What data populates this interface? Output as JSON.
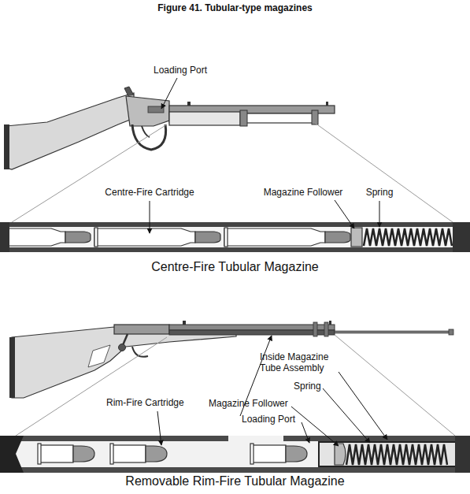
{
  "diagram": {
    "title": "Figure 41. Tubular-type magazines",
    "labels": [
      "Loading Port",
      "Centre-Fire Cartridge",
      "Magazine Follower",
      "Spring",
      "Centre-Fire Tubular Magazine",
      "Rim-Fire Cartridge",
      "Inside Magazine Tube Assembly",
      "Spring",
      "Magazine Follower",
      "Loading Port",
      "Removable Rim-Fire Tubular Magazine"
    ]
  }
}
